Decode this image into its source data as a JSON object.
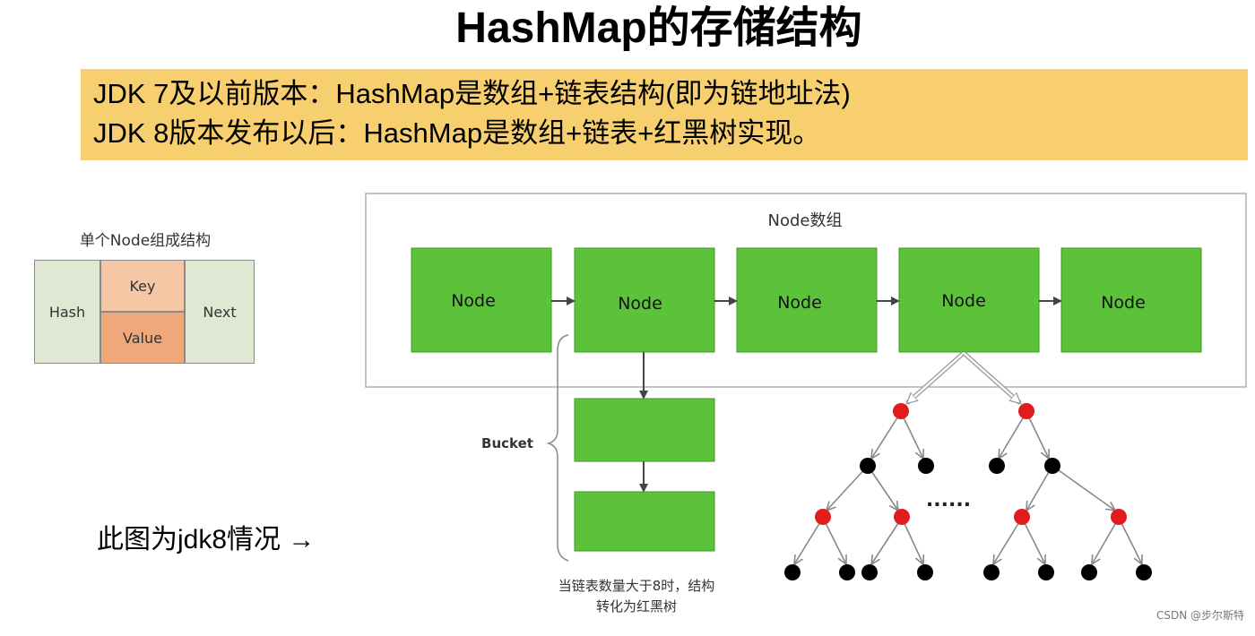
{
  "title": "HashMap的存储结构",
  "banner": {
    "line1": "JDK 7及以前版本：HashMap是数组+链表结构(即为链地址法)",
    "line2": "JDK 8版本发布以后：HashMap是数组+链表+红黑树实现。"
  },
  "node_structure": {
    "title": "单个Node组成结构",
    "hash": "Hash",
    "key": "Key",
    "value": "Value",
    "next": "Next"
  },
  "array": {
    "label": "Node数组",
    "nodes": [
      "Node",
      "Node",
      "Node",
      "Node",
      "Node"
    ]
  },
  "bucket": {
    "label": "Bucket",
    "caption_line1": "当链表数量大于8时，结构",
    "caption_line2": "转化为红黑树"
  },
  "tree": {
    "ellipsis": "......"
  },
  "note": "此图为jdk8情况 →",
  "watermark": "CSDN @步尔斯特",
  "colors": {
    "banner": "#f8cf6e",
    "node_green": "#5cc23a",
    "red_node": "#e01c1c",
    "black_node": "#000000"
  }
}
